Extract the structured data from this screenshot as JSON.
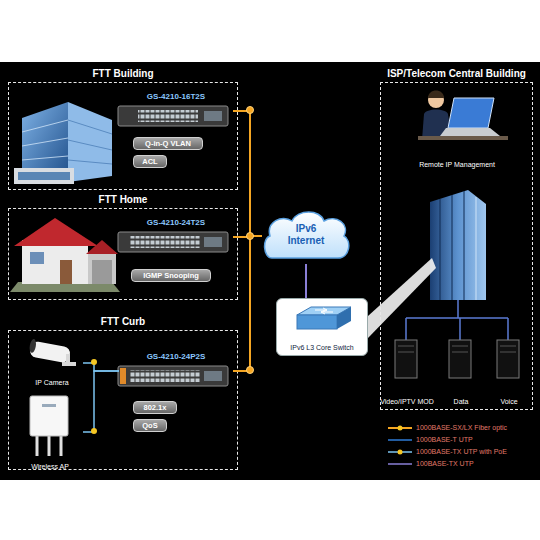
{
  "diagram": {
    "nodes": [
      {
        "text": [
          "FTT Building"
        ]
      },
      {
        "text": [
          "GS-4210-16T2S"
        ],
        "in": 0
      },
      {
        "text": [
          "Q-in-Q VLAN"
        ],
        "in": 0
      },
      {
        "text": [
          "ACL"
        ],
        "in": 0
      },
      {
        "text": [
          "FTT Home"
        ]
      },
      {
        "text": [
          "GS-4210-24T2S"
        ],
        "in": 4
      },
      {
        "text": [
          "IGMP Snooping"
        ],
        "in": 4
      },
      {
        "text": [
          "FTT Curb"
        ]
      },
      {
        "text": [
          "IP Camera"
        ],
        "in": 7
      },
      {
        "text": [
          "Wireless AP"
        ],
        "in": 7
      },
      {
        "text": [
          "GS-4210-24P2S"
        ],
        "in": 7
      },
      {
        "text": [
          "802.1x"
        ],
        "in": 7
      },
      {
        "text": [
          "QoS"
        ],
        "in": 7
      },
      {
        "text": [
          "IPv6 Internet"
        ]
      },
      {
        "text": [
          "IPv6 L3 Core Switch"
        ]
      },
      {
        "text": [
          "ISP/Telecom Central Building"
        ]
      },
      {
        "text": [
          "Remote IP Management"
        ],
        "in": 15
      },
      {
        "text": [
          "Video/IPTV MOD"
        ],
        "in": 15
      },
      {
        "text": [
          "Data"
        ],
        "in": 15
      },
      {
        "text": [
          "Voice"
        ],
        "in": 15
      }
    ],
    "edges": [
      {
        "from": 1,
        "to": 13,
        "arrow": "none"
      },
      {
        "from": 5,
        "to": 13,
        "arrow": "none"
      },
      {
        "from": 10,
        "to": 13,
        "arrow": "none"
      },
      {
        "from": 8,
        "to": 10,
        "arrow": "none"
      },
      {
        "from": 9,
        "to": 10,
        "arrow": "none"
      },
      {
        "from": 13,
        "to": 14,
        "arrow": "none"
      }
    ],
    "legend": [
      {
        "text": "1000BASE-SX/LX Fiber optic"
      },
      {
        "text": "1000BASE-T UTP"
      },
      {
        "text": "1000BASE-TX UTP with PoE"
      },
      {
        "text": "100BASE-TX UTP"
      }
    ]
  }
}
